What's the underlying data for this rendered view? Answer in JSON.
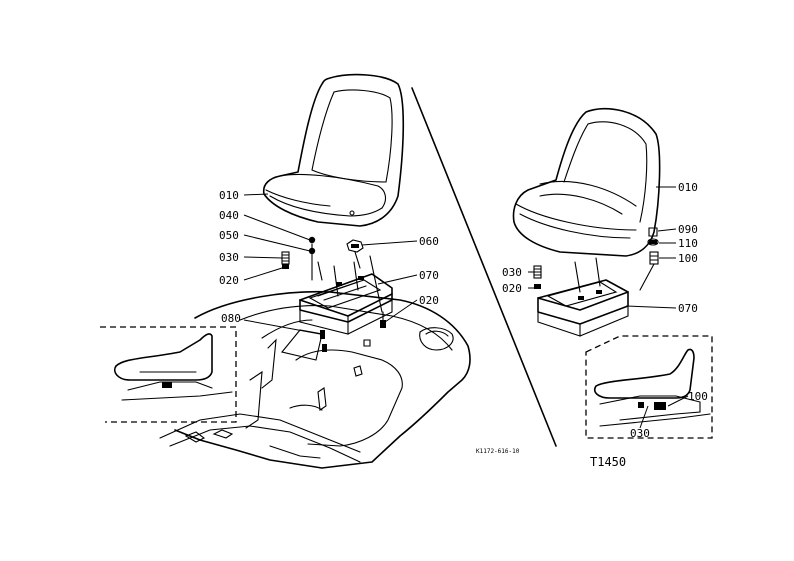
{
  "left_view": {
    "labels": {
      "seat": "010",
      "part_040": "040",
      "part_050": "050",
      "part_030": "030",
      "part_020": "020",
      "part_060": "060",
      "part_070": "070",
      "part_020b": "020",
      "part_080": "080"
    },
    "reference": "K1172-616-10"
  },
  "right_view": {
    "labels": {
      "seat": "010",
      "part_090": "090",
      "part_110": "110",
      "part_100": "100",
      "part_030": "030",
      "part_020": "020",
      "part_070": "070",
      "inset_100": "100",
      "inset_030": "030"
    },
    "figure_id": "T1450"
  },
  "icons": [
    "seat-icon",
    "bracket-icon",
    "bolt-icon",
    "spring-icon",
    "nut-icon",
    "washer-icon"
  ]
}
